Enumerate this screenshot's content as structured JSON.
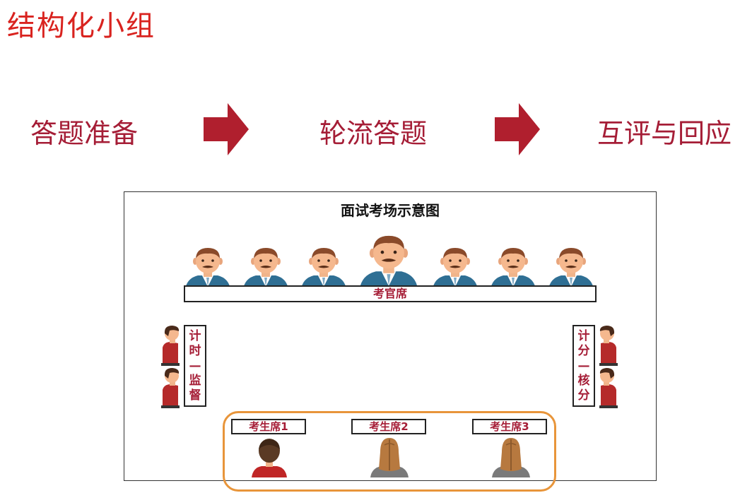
{
  "slide": {
    "title": "结构化小组"
  },
  "steps": [
    {
      "label": "答题准备"
    },
    {
      "label": "轮流答题"
    },
    {
      "label": "互评与回应"
    }
  ],
  "diagram": {
    "title": "面试考场示意图",
    "examiner_bar": "考官席",
    "left_label": [
      "计",
      "时",
      "—",
      "监",
      "督"
    ],
    "right_label": [
      "计",
      "分",
      "—",
      "核",
      "分"
    ],
    "seats": [
      {
        "label": "考生席1"
      },
      {
        "label": "考生席2"
      },
      {
        "label": "考生席3"
      }
    ]
  },
  "colors": {
    "title": "#d9231f",
    "accent": "#a51d36",
    "arrow": "#b01f2e",
    "candidate_frame": "#e8953a",
    "suit": "#2f6f94"
  },
  "icons": {
    "arrow": "right-arrow-icon",
    "examiner": "examiner-icon",
    "staff": "staff-icon",
    "candidate": "candidate-icon"
  }
}
